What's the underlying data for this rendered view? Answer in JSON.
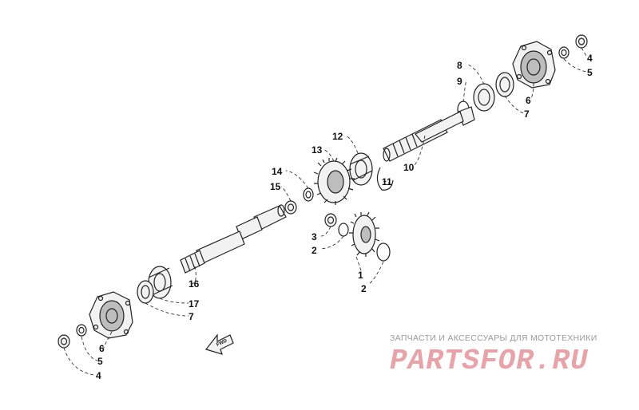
{
  "callouts": [
    "1",
    "2",
    "3",
    "4",
    "5",
    "6",
    "7",
    "8",
    "9",
    "10",
    "11",
    "12",
    "13",
    "14",
    "15",
    "16",
    "17"
  ],
  "fwd_label": "FWD",
  "watermark": {
    "caption": "ЗАПЧАСТИ И АКСЕССУАРЫ ДЛЯ МОТОТЕХНИКИ",
    "logo": "PARTSFOR.RU"
  },
  "colors": {
    "line": "#222222",
    "watermark": "#e7a3a7",
    "caption": "#9a9a9a"
  }
}
